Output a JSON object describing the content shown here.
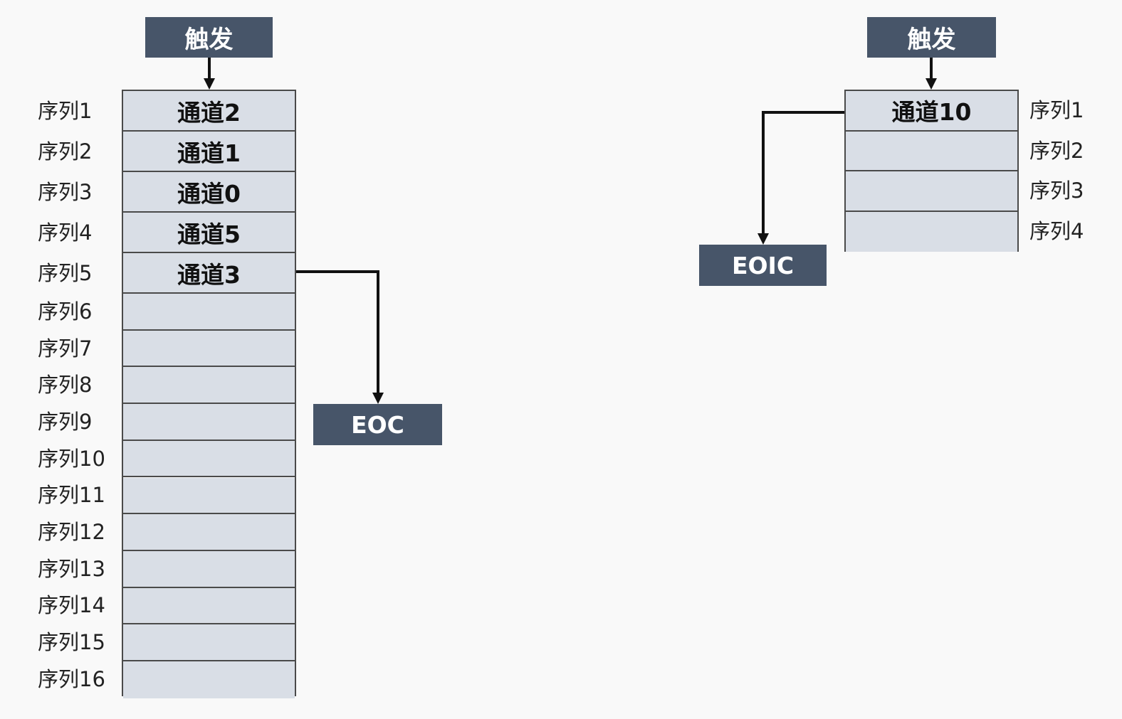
{
  "left": {
    "trigger_label": "触发",
    "eoc_label": "EOC",
    "channels": [
      "通道2",
      "通道1",
      "通道0",
      "通道5",
      "通道3",
      "",
      "",
      "",
      "",
      "",
      "",
      "",
      "",
      "",
      "",
      ""
    ],
    "sequence_labels": [
      "序列1",
      "序列2",
      "序列3",
      "序列4",
      "序列5",
      "序列6",
      "序列7",
      "序列8",
      "序列9",
      "序列10",
      "序列11",
      "序列12",
      "序列13",
      "序列14",
      "序列15",
      "序列16"
    ]
  },
  "right": {
    "trigger_label": "触发",
    "eoc_label": "EOIC",
    "channels": [
      "通道10",
      "",
      "",
      ""
    ],
    "sequence_labels": [
      "序列1",
      "序列2",
      "序列3",
      "序列4"
    ]
  },
  "colors": {
    "dark_box": "#475569",
    "cell_fill": "#d9dee6",
    "border": "#4a4a4a",
    "background": "#f9f9f9"
  }
}
